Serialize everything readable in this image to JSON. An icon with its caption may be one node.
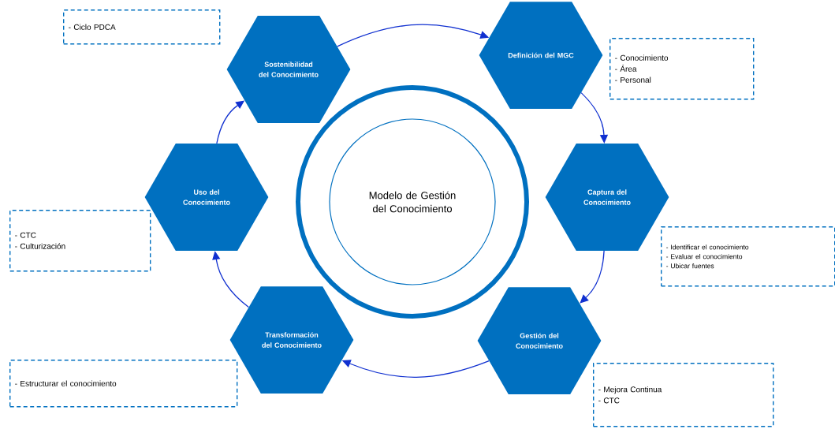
{
  "diagram": {
    "nodes": [
      {
        "text": [
          "Sostenibilidad del Conocimiento"
        ]
      },
      {
        "text": [
          "Definición del MGC"
        ]
      },
      {
        "text": [
          "Captura del Conocimiento"
        ]
      },
      {
        "text": [
          "Gestión del Conocimiento"
        ]
      },
      {
        "text": [
          "Transformación del Conocimiento"
        ]
      },
      {
        "text": [
          "Uso del Conocimiento"
        ]
      },
      {
        "text": [
          "Modelo de Gestión del Conocimiento"
        ]
      },
      {
        "text": [
          "-      Ciclo PDCA"
        ]
      },
      {
        "text": [
          "-      Conocimiento",
          "-      Área",
          "-      Personal"
        ]
      },
      {
        "text": [
          "-      Identificar el conocimiento",
          "-      Evaluar el conocimiento",
          "-      Ubicar fuentes"
        ]
      },
      {
        "text": [
          "-      Mejora Continua",
          "-      CTC"
        ]
      },
      {
        "text": [
          "-      Estructurar el conocimiento"
        ]
      },
      {
        "text": [
          "-      CTC",
          "-      Culturización"
        ]
      }
    ],
    "edges": [
      {
        "from": 0,
        "to": 1,
        "arrow": "to"
      },
      {
        "from": 1,
        "to": 2,
        "arrow": "to"
      },
      {
        "from": 2,
        "to": 3,
        "arrow": "to"
      },
      {
        "from": 3,
        "to": 4,
        "arrow": "to"
      },
      {
        "from": 4,
        "to": 5,
        "arrow": "to"
      },
      {
        "from": 5,
        "to": 0,
        "arrow": "to"
      }
    ]
  }
}
